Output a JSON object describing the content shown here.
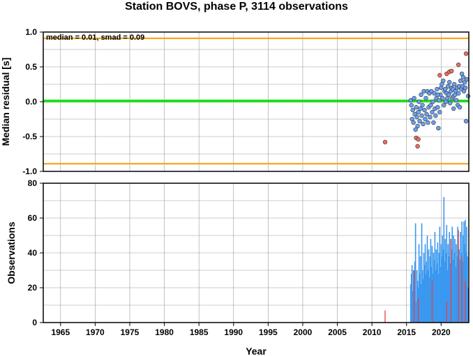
{
  "title": "Station BOVS, phase P, 3114 observations",
  "chart_data": [
    {
      "type": "scatter",
      "ylabel": "Median residual [s]",
      "annotation": "median = 0.01, smad = 0.09",
      "xlim": [
        1962.5,
        2024
      ],
      "ylim": [
        -1.0,
        1.0
      ],
      "x_ticks": [
        1965,
        1970,
        1975,
        1980,
        1985,
        1990,
        1995,
        2000,
        2005,
        2010,
        2015,
        2020
      ],
      "y_ticks": [
        {
          "v": -1.0,
          "label": "-1.0"
        },
        {
          "v": -0.5,
          "label": "-0.5"
        },
        {
          "v": 0.0,
          "label": "0.0"
        },
        {
          "v": 0.5,
          "label": "0.5"
        },
        {
          "v": 1.0,
          "label": "1.0"
        }
      ],
      "grid": true,
      "lines": [
        {
          "y": 0.01,
          "color": "#22dd22"
        },
        {
          "y": 0.91,
          "color": "#f5a81c"
        },
        {
          "y": -0.89,
          "color": "#f5a81c"
        }
      ],
      "colors": {
        "inlier": "#6aa0f0",
        "outlier": "#f26a5a"
      },
      "series": [
        {
          "values": [
            [
              2015.6,
              0.02
            ],
            [
              2015.7,
              -0.05
            ],
            [
              2015.8,
              -0.25
            ],
            [
              2015.9,
              -0.12
            ],
            [
              2016.0,
              -0.3
            ],
            [
              2016.1,
              0.05
            ],
            [
              2016.2,
              -0.18
            ],
            [
              2016.3,
              -0.4
            ],
            [
              2016.4,
              -0.08
            ],
            [
              2016.5,
              -0.22
            ],
            [
              2016.6,
              -0.35
            ],
            [
              2016.7,
              -0.15
            ],
            [
              2016.8,
              0.0
            ],
            [
              2016.9,
              -0.28
            ],
            [
              2017.0,
              -0.1
            ],
            [
              2017.1,
              0.1
            ],
            [
              2017.2,
              -0.2
            ],
            [
              2017.3,
              -0.05
            ],
            [
              2017.4,
              -0.32
            ],
            [
              2017.5,
              0.15
            ],
            [
              2017.6,
              -0.12
            ],
            [
              2017.7,
              -0.25
            ],
            [
              2017.8,
              0.05
            ],
            [
              2017.9,
              -0.18
            ],
            [
              2018.0,
              0.15
            ],
            [
              2018.1,
              -0.3
            ],
            [
              2018.2,
              -0.08
            ],
            [
              2018.3,
              0.12
            ],
            [
              2018.4,
              -0.22
            ],
            [
              2018.5,
              -0.05
            ],
            [
              2018.6,
              0.15
            ],
            [
              2018.7,
              -0.15
            ],
            [
              2018.8,
              0.0
            ],
            [
              2018.9,
              -0.3
            ],
            [
              2019.0,
              0.12
            ],
            [
              2019.1,
              -0.1
            ],
            [
              2019.2,
              -0.2
            ],
            [
              2019.3,
              0.05
            ],
            [
              2019.4,
              0.18
            ],
            [
              2019.5,
              -0.08
            ],
            [
              2019.6,
              -0.38
            ],
            [
              2019.7,
              0.02
            ],
            [
              2019.8,
              -0.15
            ],
            [
              2019.9,
              0.1
            ],
            [
              2020.0,
              0.2
            ],
            [
              2020.1,
              0.25
            ],
            [
              2020.2,
              0.05
            ],
            [
              2020.3,
              0.3
            ],
            [
              2020.4,
              -0.05
            ],
            [
              2020.5,
              0.15
            ],
            [
              2020.6,
              0.18
            ],
            [
              2020.7,
              0.0
            ],
            [
              2020.8,
              0.12
            ],
            [
              2020.9,
              0.05
            ],
            [
              2021.0,
              0.22
            ],
            [
              2021.1,
              0.1
            ],
            [
              2021.2,
              0.28
            ],
            [
              2021.3,
              -0.02
            ],
            [
              2021.4,
              0.15
            ],
            [
              2021.5,
              0.2
            ],
            [
              2021.6,
              0.05
            ],
            [
              2021.7,
              0.18
            ],
            [
              2021.8,
              0.08
            ],
            [
              2021.9,
              0.25
            ],
            [
              2022.0,
              0.1
            ],
            [
              2022.1,
              0.15
            ],
            [
              2022.2,
              0.02
            ],
            [
              2022.3,
              0.2
            ],
            [
              2022.4,
              -0.05
            ],
            [
              2022.5,
              0.12
            ],
            [
              2022.6,
              0.22
            ],
            [
              2022.7,
              -0.08
            ],
            [
              2022.8,
              0.3
            ],
            [
              2022.9,
              0.18
            ],
            [
              2023.0,
              0.4
            ],
            [
              2023.1,
              0.22
            ],
            [
              2023.2,
              0.35
            ],
            [
              2023.3,
              0.15
            ],
            [
              2023.4,
              0.28
            ],
            [
              2023.5,
              0.2
            ],
            [
              2023.6,
              -0.28
            ],
            [
              2023.7,
              0.32
            ],
            [
              2023.9,
              0.08
            ],
            [
              2019.5,
              0.1
            ],
            [
              2021.8,
              -0.1
            ]
          ]
        },
        {
          "values": [
            [
              2011.9,
              -0.58
            ],
            [
              2016.4,
              -0.52
            ],
            [
              2016.6,
              -0.64
            ],
            [
              2016.7,
              -0.54
            ],
            [
              2019.8,
              0.38
            ],
            [
              2020.8,
              0.4
            ],
            [
              2021.2,
              0.43
            ],
            [
              2021.5,
              0.44
            ],
            [
              2022.5,
              0.53
            ],
            [
              2023.6,
              0.69
            ]
          ]
        }
      ]
    },
    {
      "type": "bar",
      "xlabel": "Year",
      "ylabel": "Observations",
      "xlim": [
        1962.5,
        2024
      ],
      "ylim": [
        0,
        80
      ],
      "x_ticks": [
        1965,
        1970,
        1975,
        1980,
        1985,
        1990,
        1995,
        2000,
        2005,
        2010,
        2015,
        2020
      ],
      "y_ticks": [
        {
          "v": 0,
          "label": "0"
        },
        {
          "v": 20,
          "label": "20"
        },
        {
          "v": 40,
          "label": "40"
        },
        {
          "v": 60,
          "label": "60"
        },
        {
          "v": 80,
          "label": "80"
        }
      ],
      "grid": true,
      "colors": {
        "inlier": "#3a98f0",
        "outlier": "#e84040"
      },
      "series": [
        {
          "values": [
            [
              2015.6,
              22
            ],
            [
              2015.7,
              28
            ],
            [
              2015.8,
              33
            ],
            [
              2015.9,
              18
            ],
            [
              2016.0,
              30
            ],
            [
              2016.1,
              26
            ],
            [
              2016.2,
              35
            ],
            [
              2016.3,
              57
            ],
            [
              2016.4,
              12
            ],
            [
              2016.5,
              30
            ],
            [
              2016.6,
              24
            ],
            [
              2016.7,
              20
            ],
            [
              2016.8,
              45
            ],
            [
              2016.9,
              28
            ],
            [
              2017.0,
              38
            ],
            [
              2017.1,
              22
            ],
            [
              2017.2,
              57
            ],
            [
              2017.3,
              30
            ],
            [
              2017.4,
              25
            ],
            [
              2017.5,
              40
            ],
            [
              2017.6,
              33
            ],
            [
              2017.7,
              45
            ],
            [
              2017.8,
              28
            ],
            [
              2017.9,
              35
            ],
            [
              2018.0,
              50
            ],
            [
              2018.1,
              30
            ],
            [
              2018.2,
              42
            ],
            [
              2018.3,
              26
            ],
            [
              2018.4,
              38
            ],
            [
              2018.5,
              48
            ],
            [
              2018.6,
              32
            ],
            [
              2018.7,
              44
            ],
            [
              2018.8,
              28
            ],
            [
              2018.9,
              40
            ],
            [
              2019.0,
              36
            ],
            [
              2019.1,
              52
            ],
            [
              2019.2,
              30
            ],
            [
              2019.3,
              42
            ],
            [
              2019.4,
              34
            ],
            [
              2019.5,
              46
            ],
            [
              2019.6,
              28
            ],
            [
              2019.7,
              40
            ],
            [
              2019.8,
              55
            ],
            [
              2019.9,
              32
            ],
            [
              2020.0,
              45
            ],
            [
              2020.1,
              38
            ],
            [
              2020.2,
              50
            ],
            [
              2020.3,
              42
            ],
            [
              2020.4,
              72
            ],
            [
              2020.5,
              35
            ],
            [
              2020.6,
              48
            ],
            [
              2020.7,
              40
            ],
            [
              2020.8,
              56
            ],
            [
              2020.9,
              30
            ],
            [
              2021.0,
              45
            ],
            [
              2021.1,
              38
            ],
            [
              2021.2,
              52
            ],
            [
              2021.3,
              34
            ],
            [
              2021.4,
              48
            ],
            [
              2021.5,
              42
            ],
            [
              2021.6,
              55
            ],
            [
              2021.7,
              36
            ],
            [
              2021.8,
              50
            ],
            [
              2021.9,
              40
            ],
            [
              2022.0,
              48
            ],
            [
              2022.1,
              32
            ],
            [
              2022.2,
              45
            ],
            [
              2022.3,
              38
            ],
            [
              2022.4,
              55
            ],
            [
              2022.5,
              30
            ],
            [
              2022.6,
              42
            ],
            [
              2022.7,
              36
            ],
            [
              2022.8,
              52
            ],
            [
              2022.9,
              40
            ],
            [
              2023.0,
              58
            ],
            [
              2023.1,
              35
            ],
            [
              2023.2,
              50
            ],
            [
              2023.3,
              58
            ],
            [
              2023.4,
              45
            ],
            [
              2023.5,
              59
            ],
            [
              2023.6,
              40
            ],
            [
              2023.7,
              55
            ],
            [
              2023.8,
              38
            ],
            [
              2023.9,
              20
            ]
          ]
        },
        {
          "values": [
            [
              2011.9,
              7
            ],
            [
              2016.1,
              30
            ],
            [
              2016.7,
              14
            ],
            [
              2018.7,
              24
            ],
            [
              2020.8,
              12
            ],
            [
              2021.4,
              48
            ],
            [
              2022.5,
              53
            ],
            [
              2023.0,
              38
            ],
            [
              2023.5,
              24
            ]
          ]
        }
      ]
    }
  ]
}
